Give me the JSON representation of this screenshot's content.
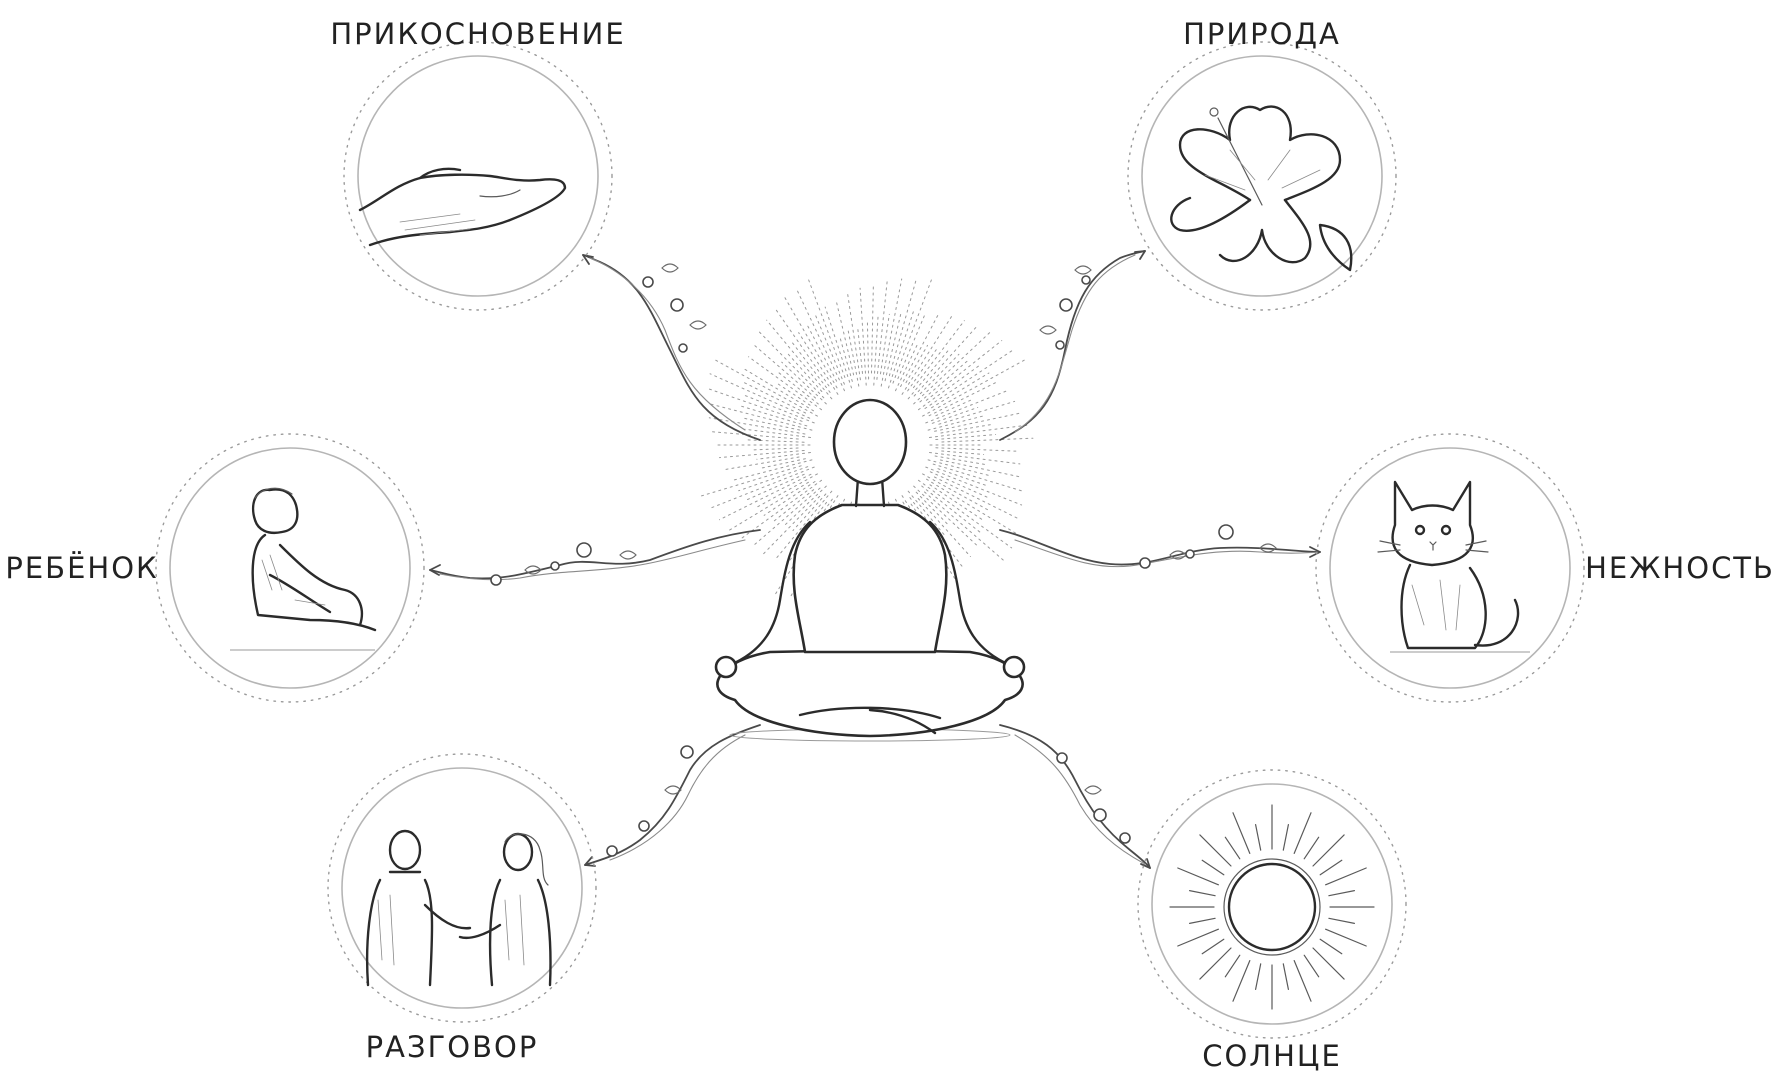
{
  "labels": {
    "touch": "ПРИКОСНОВЕНИЕ",
    "nature": "ПРИРОДА",
    "child": "РЕБЁНОК",
    "tenderness": "НЕЖНОСТЬ",
    "conversation": "РАЗГОВОР",
    "sun": "СОЛНЦЕ"
  },
  "icons": {
    "center": "meditating-person-icon",
    "touch": "open-hand-icon",
    "nature": "hibiscus-flower-icon",
    "child": "sitting-child-icon",
    "tenderness": "kitten-icon",
    "conversation": "two-people-talking-icon",
    "sun": "sun-icon"
  },
  "colors": {
    "ink": "#2b2b2b",
    "background": "#ffffff"
  }
}
